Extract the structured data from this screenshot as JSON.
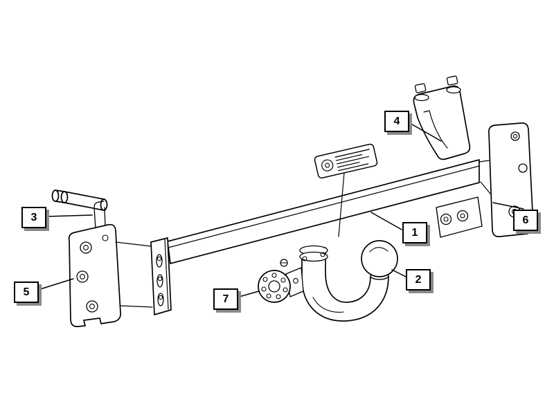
{
  "diagram": {
    "colors": {
      "background": "#ffffff",
      "line": "#000000",
      "callout_shadow": "#8a8a8a"
    },
    "callouts": [
      {
        "label": "1"
      },
      {
        "label": "2"
      },
      {
        "label": "3"
      },
      {
        "label": "4"
      },
      {
        "label": "5"
      },
      {
        "label": "6"
      },
      {
        "label": "7"
      }
    ]
  }
}
